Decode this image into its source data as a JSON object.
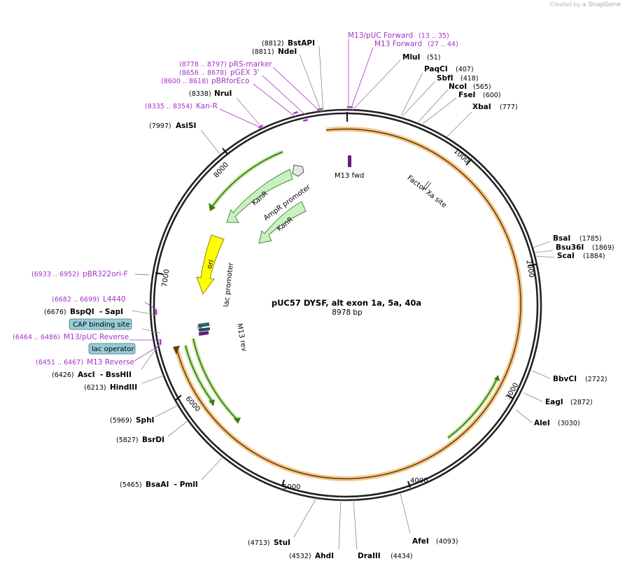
{
  "credit": {
    "prefix": "Created by",
    "brand": "SnapGene"
  },
  "plasmid": {
    "name": "pUC57 DYSF, alt exon 1a, 5a, 40a",
    "size": "8978 bp"
  },
  "ticks": [
    "1000",
    "2000",
    "3000",
    "4000",
    "5000",
    "6000",
    "7000",
    "8000"
  ],
  "sites": [
    {
      "name": "BstAPI",
      "num": "(8812)"
    },
    {
      "name": "NdeI",
      "num": "(8811)"
    },
    {
      "name": "MluI",
      "num": "(51)"
    },
    {
      "name": "PaqCI",
      "num": "(407)"
    },
    {
      "name": "SbfI",
      "num": "(418)"
    },
    {
      "name": "NcoI",
      "num": "(565)"
    },
    {
      "name": "FseI",
      "num": "(600)"
    },
    {
      "name": "XbaI",
      "num": "(777)"
    },
    {
      "name": "NruI",
      "num": "(8338)"
    },
    {
      "name": "AsiSI",
      "num": "(7997)"
    },
    {
      "name": "BsaI",
      "num": "(1785)"
    },
    {
      "name": "Bsu36I",
      "num": "(1869)"
    },
    {
      "name": "ScaI",
      "num": "(1884)"
    },
    {
      "name": "BbvCI",
      "num": "(2722)"
    },
    {
      "name": "EagI",
      "num": "(2872)"
    },
    {
      "name": "AleI",
      "num": "(3030)"
    },
    {
      "name": "AfeI",
      "num": "(4093)"
    },
    {
      "name": "DraIII",
      "num": "(4434)"
    },
    {
      "name": "AhdI",
      "num": "(4532)"
    },
    {
      "name": "StuI",
      "num": "(4713)"
    },
    {
      "name": "BsaAI  - PmlI",
      "num": "(5465)"
    },
    {
      "name": "BsrDI",
      "num": "(5827)"
    },
    {
      "name": "SphI",
      "num": "(5969)"
    },
    {
      "name": "HindIII",
      "num": "(6213)"
    },
    {
      "name": "AscI  - BssHII",
      "num": "(6426)"
    },
    {
      "name": "BspQI  - SapI",
      "num": "(6676)"
    }
  ],
  "primers": [
    {
      "name": "M13/pUC Forward",
      "num": "(13 .. 35)"
    },
    {
      "name": "M13 Forward",
      "num": "(27 .. 44)"
    },
    {
      "name": "pRS-marker",
      "num": "(8778 .. 8797)"
    },
    {
      "name": "pGEX 3'",
      "num": "(8656 .. 8678)"
    },
    {
      "name": "pBRforEco",
      "num": "(8600 .. 8618)"
    },
    {
      "name": "Kan-R",
      "num": "(8335 .. 8354)"
    },
    {
      "name": "pBR322ori-F",
      "num": "(6933 .. 6952)"
    },
    {
      "name": "L4440",
      "num": "(6682 .. 6699)"
    },
    {
      "name": "M13/pUC Reverse",
      "num": "(6464 .. 6486)"
    },
    {
      "name": "M13 Reverse",
      "num": "(6451 .. 6467)"
    }
  ],
  "boxed": [
    {
      "name": "CAP binding site",
      "color": "#96cdd7"
    },
    {
      "name": "lac operator",
      "color": "#96cdd7"
    }
  ],
  "features": {
    "kanr1": "KanR",
    "ampr_promoter": "AmpR promoter",
    "kanr2": "KanR",
    "ori": "ori",
    "lac_promoter": "lac promoter",
    "m13_rev": "M13 rev",
    "m13_fwd": "M13 fwd",
    "factor_xa": "Factor Xa site",
    "lac_small": "lac"
  },
  "colors": {
    "primer": "#a632c8",
    "backbone": "#222222",
    "orange_band": "#f5c88c",
    "green_arrow": "#5aa02c",
    "light_green": "#c8f0c0",
    "ori_yellow": "#ffff00",
    "cap_box": "#96cdd7"
  }
}
